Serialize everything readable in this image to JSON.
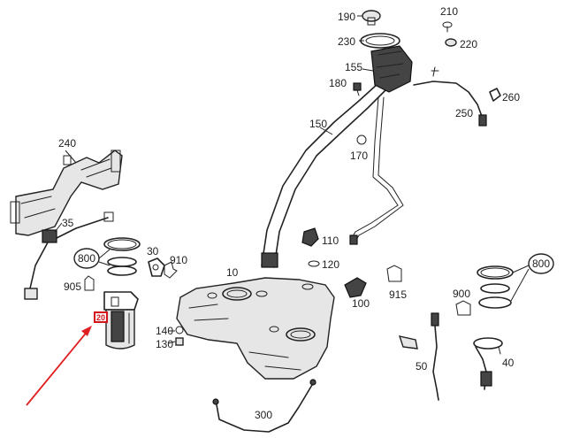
{
  "diagram": {
    "part_labels": {
      "p10": "10",
      "p20": "20",
      "p30": "30",
      "p35": "35",
      "p40": "40",
      "p50": "50",
      "p100": "100",
      "p110": "110",
      "p120": "120",
      "p130": "130",
      "p140": "140",
      "p150": "150",
      "p155": "155",
      "p170": "170",
      "p180": "180",
      "p190": "190",
      "p210": "210",
      "p220": "220",
      "p230": "230",
      "p240": "240",
      "p250": "250",
      "p260": "260",
      "p300": "300",
      "p900": "900",
      "p905": "905",
      "p910": "910",
      "p915": "915",
      "p800_left": "800",
      "p800_right": "800"
    },
    "highlighted_part": "20",
    "colors": {
      "highlight": "#d4141b",
      "arrow": "#e02020",
      "line": "#222222"
    }
  }
}
